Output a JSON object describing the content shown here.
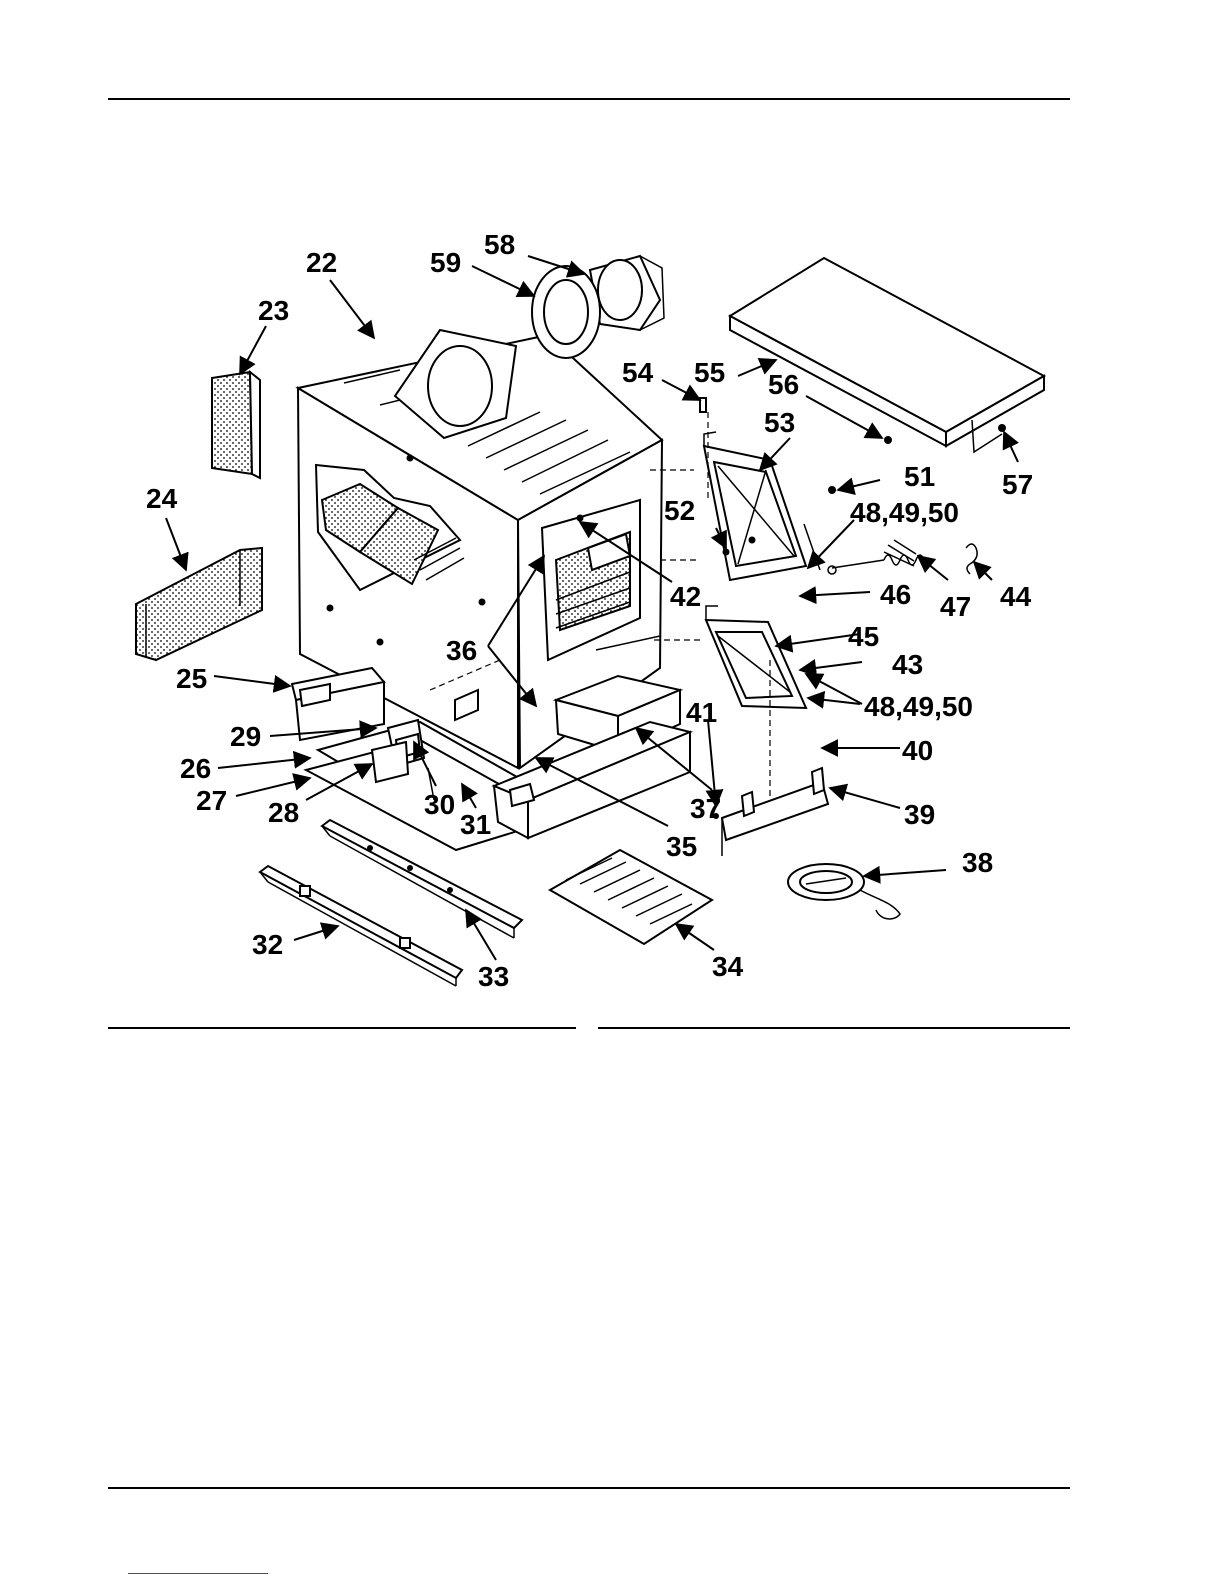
{
  "callouts": [
    {
      "id": "22",
      "text": "22"
    },
    {
      "id": "23",
      "text": "23"
    },
    {
      "id": "24",
      "text": "24"
    },
    {
      "id": "25",
      "text": "25"
    },
    {
      "id": "26",
      "text": "26"
    },
    {
      "id": "27",
      "text": "27"
    },
    {
      "id": "28",
      "text": "28"
    },
    {
      "id": "29",
      "text": "29"
    },
    {
      "id": "30",
      "text": "30"
    },
    {
      "id": "31",
      "text": "31"
    },
    {
      "id": "32",
      "text": "32"
    },
    {
      "id": "33",
      "text": "33"
    },
    {
      "id": "34",
      "text": "34"
    },
    {
      "id": "35",
      "text": "35"
    },
    {
      "id": "36",
      "text": "36"
    },
    {
      "id": "37",
      "text": "37"
    },
    {
      "id": "38",
      "text": "38"
    },
    {
      "id": "39",
      "text": "39"
    },
    {
      "id": "40",
      "text": "40"
    },
    {
      "id": "41",
      "text": "41"
    },
    {
      "id": "42",
      "text": "42"
    },
    {
      "id": "43",
      "text": "43"
    },
    {
      "id": "44",
      "text": "44"
    },
    {
      "id": "45",
      "text": "45"
    },
    {
      "id": "46",
      "text": "46"
    },
    {
      "id": "47",
      "text": "47"
    },
    {
      "id": "48a",
      "text": "48,49,50"
    },
    {
      "id": "48b",
      "text": "48,49,50"
    },
    {
      "id": "51",
      "text": "51"
    },
    {
      "id": "52",
      "text": "52"
    },
    {
      "id": "53",
      "text": "53"
    },
    {
      "id": "54",
      "text": "54"
    },
    {
      "id": "55",
      "text": "55"
    },
    {
      "id": "56",
      "text": "56"
    },
    {
      "id": "57",
      "text": "57"
    },
    {
      "id": "58",
      "text": "58"
    },
    {
      "id": "59",
      "text": "59"
    }
  ]
}
